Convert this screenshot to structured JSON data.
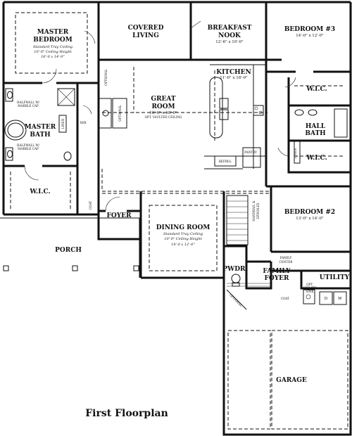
{
  "caption": "First Floorplan",
  "rooms": {
    "master_bedroom": {
      "name_line1": "MASTER",
      "name_line2": "BEDROOM",
      "note_line1": "Standard Tray Ceiling",
      "note_line2": "10'-0\" Ceiling Height",
      "dims": "16'-0 x 14'-0\""
    },
    "covered_living": {
      "name_line1": "COVERED",
      "name_line2": "LIVING"
    },
    "breakfast_nook": {
      "name_line1": "BREAKFAST",
      "name_line2": "NOOK",
      "dims": "12'-6\" x 10'-0\""
    },
    "bedroom3": {
      "name": "BEDROOM #3",
      "dims": "14'-0\" x 12'-0\""
    },
    "kitchen": {
      "name": "KITCHEN",
      "dims": "11'-0\" x 18'-0\""
    },
    "great_room": {
      "name_line1": "GREAT",
      "name_line2": "ROOM",
      "dims": "16'-6\" x 18'-0\"",
      "note": "OPT. VAULTED CEILING"
    },
    "master_bath": {
      "name_line1": "MASTER",
      "name_line2": "BATH"
    },
    "hall_bath": {
      "name_line1": "HALL",
      "name_line2": "BATH"
    },
    "master_wic": {
      "name": "W.I.C."
    },
    "wic_upper": {
      "name": "W.I.C."
    },
    "wic_lower": {
      "name": "W.I.C."
    },
    "foyer": {
      "name": "FOYER"
    },
    "dining_room": {
      "name": "DINING ROOM",
      "note_line1": "Standard Tray Ceiling",
      "note_line2": "10'-0\" Ceiling Height",
      "dims": "14'-0 x 12'-6\""
    },
    "bedroom2": {
      "name": "BEDROOM #2",
      "dims": "13'-0\" x 14'-0\""
    },
    "porch": {
      "name": "PORCH"
    },
    "powder": {
      "name": "PWDR."
    },
    "family_foyer": {
      "name_line1": "FAMILY",
      "name_line2": "FOYER"
    },
    "utility": {
      "name": "UTILITY"
    },
    "garage": {
      "name": "GARAGE"
    }
  },
  "labels": {
    "halfwall_top": [
      "HALFWALL W/",
      "MARBLE CAP"
    ],
    "halfwall_bottom": [
      "HALFWALL W/",
      "MARBLE CAP"
    ],
    "linen_master": "LINEN",
    "linen_hall": "LINEN",
    "mr": "M/R",
    "coat_foyer": "COAT",
    "coat_family": "COAT",
    "optional_left": "OPTIONAL",
    "optional_fireplace": "OPTIONAL",
    "pantry": "PANTRY",
    "refrig": "REFRIG.",
    "handrail": [
      "HANDRAIL &",
      "SPINDLES"
    ],
    "family_center": [
      "FAMILY",
      "CENTER"
    ],
    "opt_utility_sink": [
      "OPT.",
      "UTILITY",
      "SINK"
    ],
    "dryer": "D",
    "washer": "W",
    "optional_step": "OPTIONAL"
  }
}
